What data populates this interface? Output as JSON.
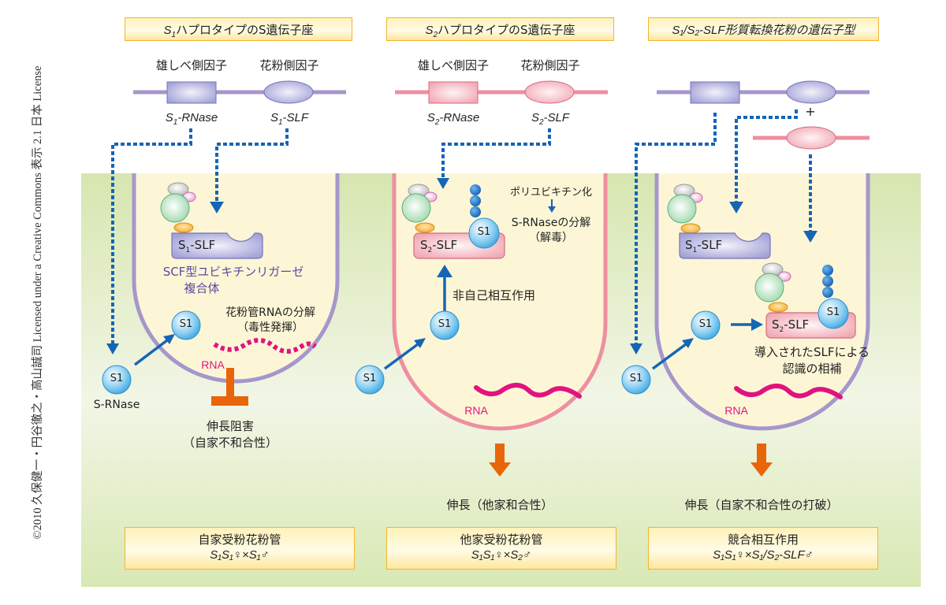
{
  "credit": "©2010 久保健一・円谷徹之・高山誠司 Licensed under a Creative Commons 表示 2.1 日本 License",
  "colors": {
    "s1_locus": "#a597cb",
    "s2_locus": "#ee8fa0",
    "green_bg": "#dbe8b8",
    "tube_fill": "#fdf6d6",
    "arrow_blue": "#1565b5",
    "rna_magenta": "#e0137f",
    "orange": "#e8650a",
    "header_border": "#f2b530"
  },
  "panels": [
    {
      "header": {
        "prefix": "S",
        "sub": "1",
        "text": "ハプロタイプのS遺伝子座"
      },
      "locus": {
        "pistil_factor": "雄しべ側因子",
        "pollen_factor": "花粉側因子",
        "gene_a": {
          "base": "S",
          "sub": "1",
          "suffix": "-RNase"
        },
        "gene_b": {
          "base": "S",
          "sub": "1",
          "suffix": "-SLF"
        }
      },
      "slf_label": {
        "base": "S",
        "sub": "1",
        "suffix": "-SLF"
      },
      "complex_label_1": "SCF型ユビキチンリガーゼ",
      "complex_label_2": "複合体",
      "rnase_outside": "S1",
      "rnase_outside_label": "S-RNase",
      "rnase_inside": "S1",
      "rna_label": "RNA",
      "degradation_1": "花粉管RNAの分解",
      "degradation_2": "（毒性発揮）",
      "outcome_1": "伸長阻害",
      "outcome_2": "（自家不和合性）",
      "footer": {
        "title": "自家受粉花粉管",
        "cross": "S₁S₁♀×S₁♂"
      }
    },
    {
      "header": {
        "prefix": "S",
        "sub": "2",
        "text": "ハプロタイプのS遺伝子座"
      },
      "locus": {
        "pistil_factor": "雄しべ側因子",
        "pollen_factor": "花粉側因子",
        "gene_a": {
          "base": "S",
          "sub": "2",
          "suffix": "-RNase"
        },
        "gene_b": {
          "base": "S",
          "sub": "2",
          "suffix": "-SLF"
        }
      },
      "slf_label": {
        "base": "S",
        "sub": "2",
        "suffix": "-SLF"
      },
      "polyub_1": "ポリユビキチン化",
      "polyub_2": "S-RNaseの分解",
      "polyub_3": "（解毒）",
      "interaction": "非自己相互作用",
      "rnase_outside": "S1",
      "rnase_inside": "S1",
      "rnase_bound": "S1",
      "rna_label": "RNA",
      "outcome": "伸長（他家和合性）",
      "footer": {
        "title": "他家受粉花粉管",
        "cross": "S₁S₁♀×S₂♂"
      }
    },
    {
      "header": {
        "text": "S₁/S₂-SLF形質転換花粉の遺伝子型"
      },
      "plus": "+",
      "slf1_label": {
        "base": "S",
        "sub": "1",
        "suffix": "-SLF"
      },
      "slf2_label": {
        "base": "S",
        "sub": "2",
        "suffix": "-SLF"
      },
      "rnase_outside": "S1",
      "rnase_inside": "S1",
      "rnase_bound": "S1",
      "complement_1": "導入されたSLFによる",
      "complement_2": "認識の相補",
      "rna_label": "RNA",
      "outcome": "伸長（自家不和合性の打破）",
      "footer": {
        "title": "競合相互作用",
        "cross": "S₁S₁♀×S₁/S₂-SLF♂"
      }
    }
  ]
}
